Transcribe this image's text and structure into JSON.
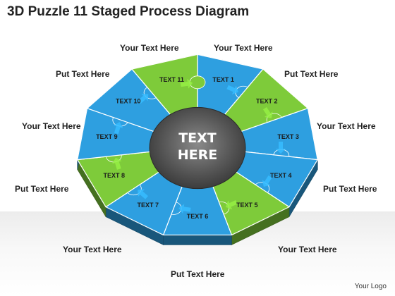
{
  "title": "3D Puzzle 11 Staged Process Diagram",
  "center_text": [
    "TEXT",
    "HERE"
  ],
  "pieces": [
    {
      "label": "TEXT 1",
      "color": "#2e9fe0"
    },
    {
      "label": "TEXT 2",
      "color": "#7ecb3a"
    },
    {
      "label": "TEXT 3",
      "color": "#2e9fe0"
    },
    {
      "label": "TEXT 4",
      "color": "#2e9fe0"
    },
    {
      "label": "TEXT 5",
      "color": "#7ecb3a"
    },
    {
      "label": "TEXT 6",
      "color": "#2e9fe0"
    },
    {
      "label": "TEXT 7",
      "color": "#2e9fe0"
    },
    {
      "label": "TEXT 8",
      "color": "#7ecb3a"
    },
    {
      "label": "TEXT 9",
      "color": "#2e9fe0"
    },
    {
      "label": "TEXT 10",
      "color": "#2e9fe0"
    },
    {
      "label": "TEXT 11",
      "color": "#7ecb3a"
    }
  ],
  "outer_labels": {
    "top_left": "Your Text Here",
    "top_right": "Your Text Here",
    "upper_left": "Put Text Here",
    "upper_right": "Put Text Here",
    "mid_left": "Your Text Here",
    "mid_right": "Your Text Here",
    "lower_left": "Put Text Here",
    "lower_right": "Put Text Here",
    "bottom_left": "Your Text Here",
    "bottom_right": "Your Text Here",
    "bottom": "Put Text Here"
  },
  "logo": "Your Logo"
}
